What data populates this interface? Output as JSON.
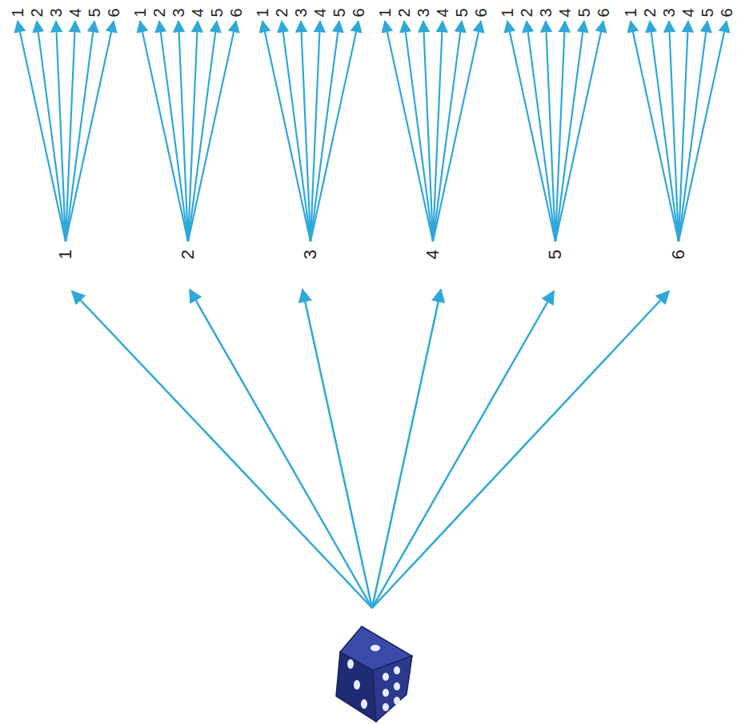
{
  "diagram": {
    "nodes": [
      {
        "text": [
          "1"
        ]
      },
      {
        "text": [
          "2"
        ]
      },
      {
        "text": [
          "3"
        ]
      },
      {
        "text": [
          "4"
        ]
      },
      {
        "text": [
          "5"
        ]
      },
      {
        "text": [
          "6"
        ]
      },
      {
        "text": [
          "1"
        ]
      },
      {
        "text": [
          "2"
        ]
      },
      {
        "text": [
          "3"
        ]
      },
      {
        "text": [
          "4"
        ]
      },
      {
        "text": [
          "5"
        ]
      },
      {
        "text": [
          "6"
        ]
      },
      {
        "text": [
          "1"
        ]
      },
      {
        "text": [
          "2"
        ]
      },
      {
        "text": [
          "3"
        ]
      },
      {
        "text": [
          "4"
        ]
      },
      {
        "text": [
          "5"
        ]
      },
      {
        "text": [
          "6"
        ]
      },
      {
        "text": [
          "1"
        ]
      },
      {
        "text": [
          "2"
        ]
      },
      {
        "text": [
          "3"
        ]
      },
      {
        "text": [
          "4"
        ]
      },
      {
        "text": [
          "5"
        ]
      },
      {
        "text": [
          "6"
        ]
      },
      {
        "text": [
          "1"
        ]
      },
      {
        "text": [
          "2"
        ]
      },
      {
        "text": [
          "3"
        ]
      },
      {
        "text": [
          "4"
        ]
      },
      {
        "text": [
          "5"
        ]
      },
      {
        "text": [
          "6"
        ]
      },
      {
        "text": [
          "1"
        ]
      },
      {
        "text": [
          "2"
        ]
      },
      {
        "text": [
          "3"
        ]
      },
      {
        "text": [
          "4"
        ]
      },
      {
        "text": [
          "5"
        ]
      },
      {
        "text": [
          "6"
        ]
      },
      {
        "text": [
          "1"
        ]
      },
      {
        "text": [
          "2"
        ]
      },
      {
        "text": [
          "3"
        ]
      },
      {
        "text": [
          "4"
        ]
      },
      {
        "text": [
          "5"
        ]
      },
      {
        "text": [
          "6"
        ]
      }
    ],
    "edges": [
      {
        "from": 0,
        "to": 6,
        "arrow": "to"
      },
      {
        "from": 0,
        "to": 7,
        "arrow": "to"
      },
      {
        "from": 0,
        "to": 8,
        "arrow": "to"
      },
      {
        "from": 0,
        "to": 9,
        "arrow": "to"
      },
      {
        "from": 0,
        "to": 10,
        "arrow": "to"
      },
      {
        "from": 0,
        "to": 11,
        "arrow": "to"
      },
      {
        "from": 1,
        "to": 12,
        "arrow": "to"
      },
      {
        "from": 1,
        "to": 13,
        "arrow": "to"
      },
      {
        "from": 1,
        "to": 14,
        "arrow": "to"
      },
      {
        "from": 1,
        "to": 15,
        "arrow": "to"
      },
      {
        "from": 1,
        "to": 16,
        "arrow": "to"
      },
      {
        "from": 1,
        "to": 17,
        "arrow": "to"
      },
      {
        "from": 2,
        "to": 18,
        "arrow": "to"
      },
      {
        "from": 2,
        "to": 19,
        "arrow": "to"
      },
      {
        "from": 2,
        "to": 20,
        "arrow": "to"
      },
      {
        "from": 2,
        "to": 21,
        "arrow": "to"
      },
      {
        "from": 2,
        "to": 22,
        "arrow": "to"
      },
      {
        "from": 2,
        "to": 23,
        "arrow": "to"
      },
      {
        "from": 3,
        "to": 24,
        "arrow": "to"
      },
      {
        "from": 3,
        "to": 25,
        "arrow": "to"
      },
      {
        "from": 3,
        "to": 26,
        "arrow": "to"
      },
      {
        "from": 3,
        "to": 27,
        "arrow": "to"
      },
      {
        "from": 3,
        "to": 28,
        "arrow": "to"
      },
      {
        "from": 3,
        "to": 29,
        "arrow": "to"
      },
      {
        "from": 4,
        "to": 30,
        "arrow": "to"
      },
      {
        "from": 4,
        "to": 31,
        "arrow": "to"
      },
      {
        "from": 4,
        "to": 32,
        "arrow": "to"
      },
      {
        "from": 4,
        "to": 33,
        "arrow": "to"
      },
      {
        "from": 4,
        "to": 34,
        "arrow": "to"
      },
      {
        "from": 4,
        "to": 35,
        "arrow": "to"
      },
      {
        "from": 5,
        "to": 36,
        "arrow": "to"
      },
      {
        "from": 5,
        "to": 37,
        "arrow": "to"
      },
      {
        "from": 5,
        "to": 38,
        "arrow": "to"
      },
      {
        "from": 5,
        "to": 39,
        "arrow": "to"
      },
      {
        "from": 5,
        "to": 40,
        "arrow": "to"
      },
      {
        "from": 5,
        "to": 41,
        "arrow": "to"
      }
    ]
  }
}
